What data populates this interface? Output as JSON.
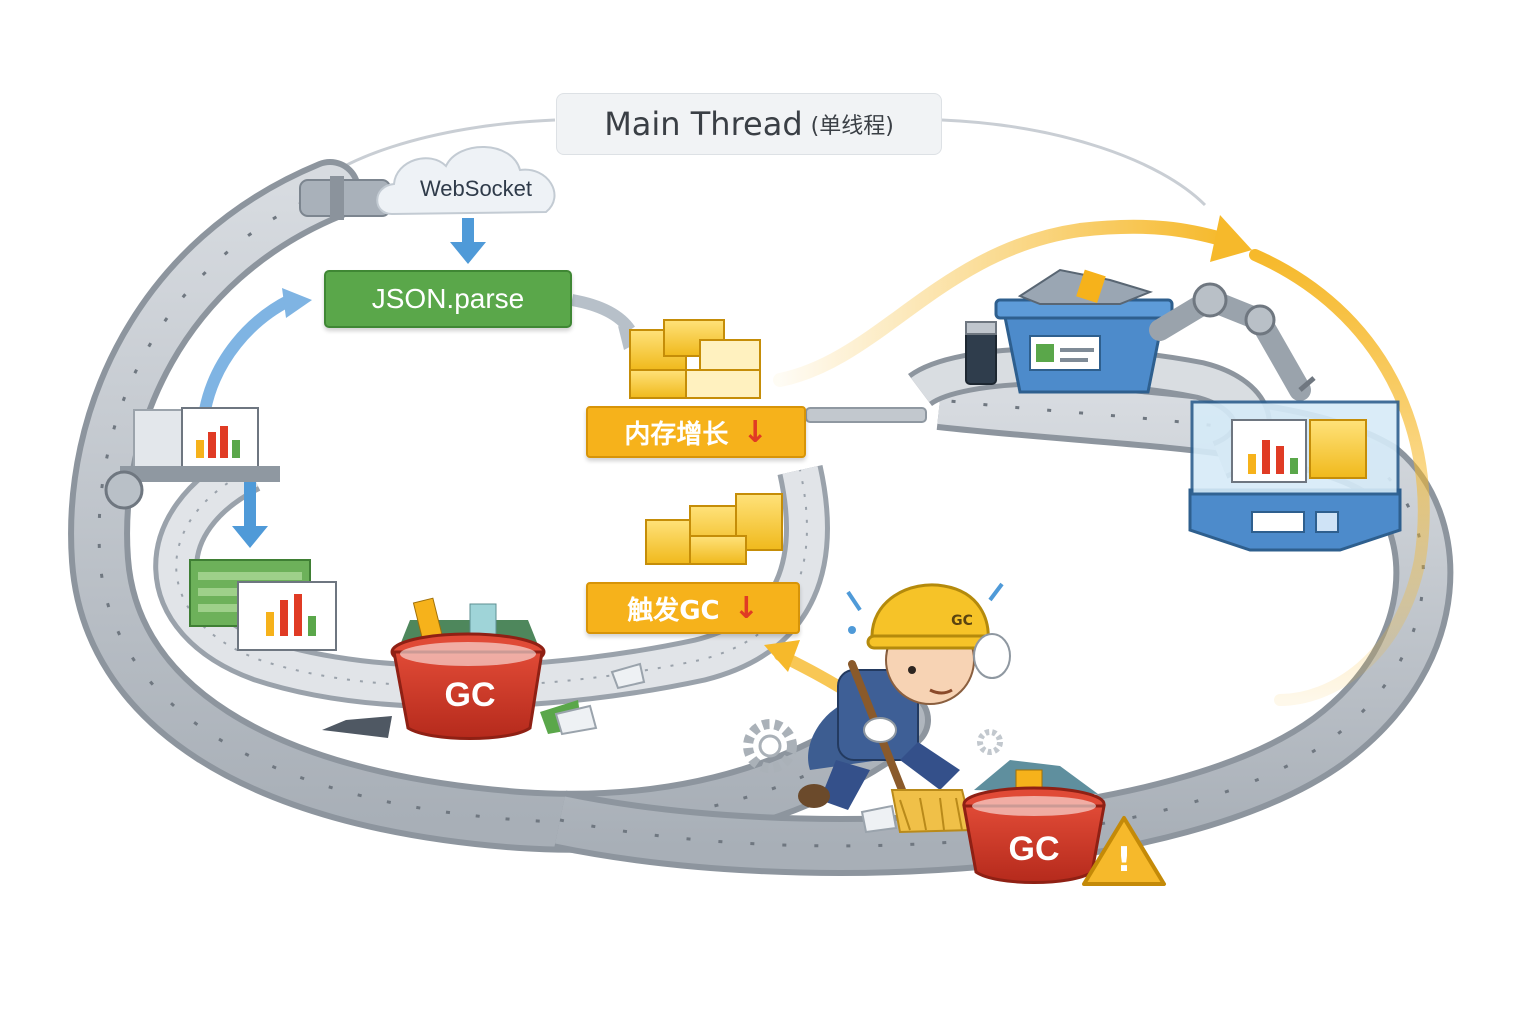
{
  "title": {
    "main": "Main Thread",
    "sub": "(单线程)"
  },
  "cloud": {
    "label": "WebSocket"
  },
  "parse": {
    "label": "JSON.parse"
  },
  "memory_tag": {
    "label": "内存增长",
    "arrow": "↓"
  },
  "gc_tag": {
    "label": "触发GC",
    "arrow": "↓"
  },
  "bins": {
    "left_label": "GC",
    "right_label": "GC"
  },
  "worker": {
    "helmet_label": "GC"
  },
  "warning": {
    "symbol": "!"
  },
  "icons": [
    "cloud-icon",
    "chart-icon",
    "gear-icon",
    "warning-icon",
    "trash-bin-icon",
    "robot-arm-icon",
    "broom-icon"
  ],
  "colors": {
    "green": "#5aa74a",
    "amber": "#f6b21b",
    "red_arrow": "#e03b24",
    "blue_arrow": "#4f9ad8",
    "yellow_flow": "#f6b92b",
    "bin_red": "#d23b2a",
    "blue_bin": "#4d8bcb"
  }
}
